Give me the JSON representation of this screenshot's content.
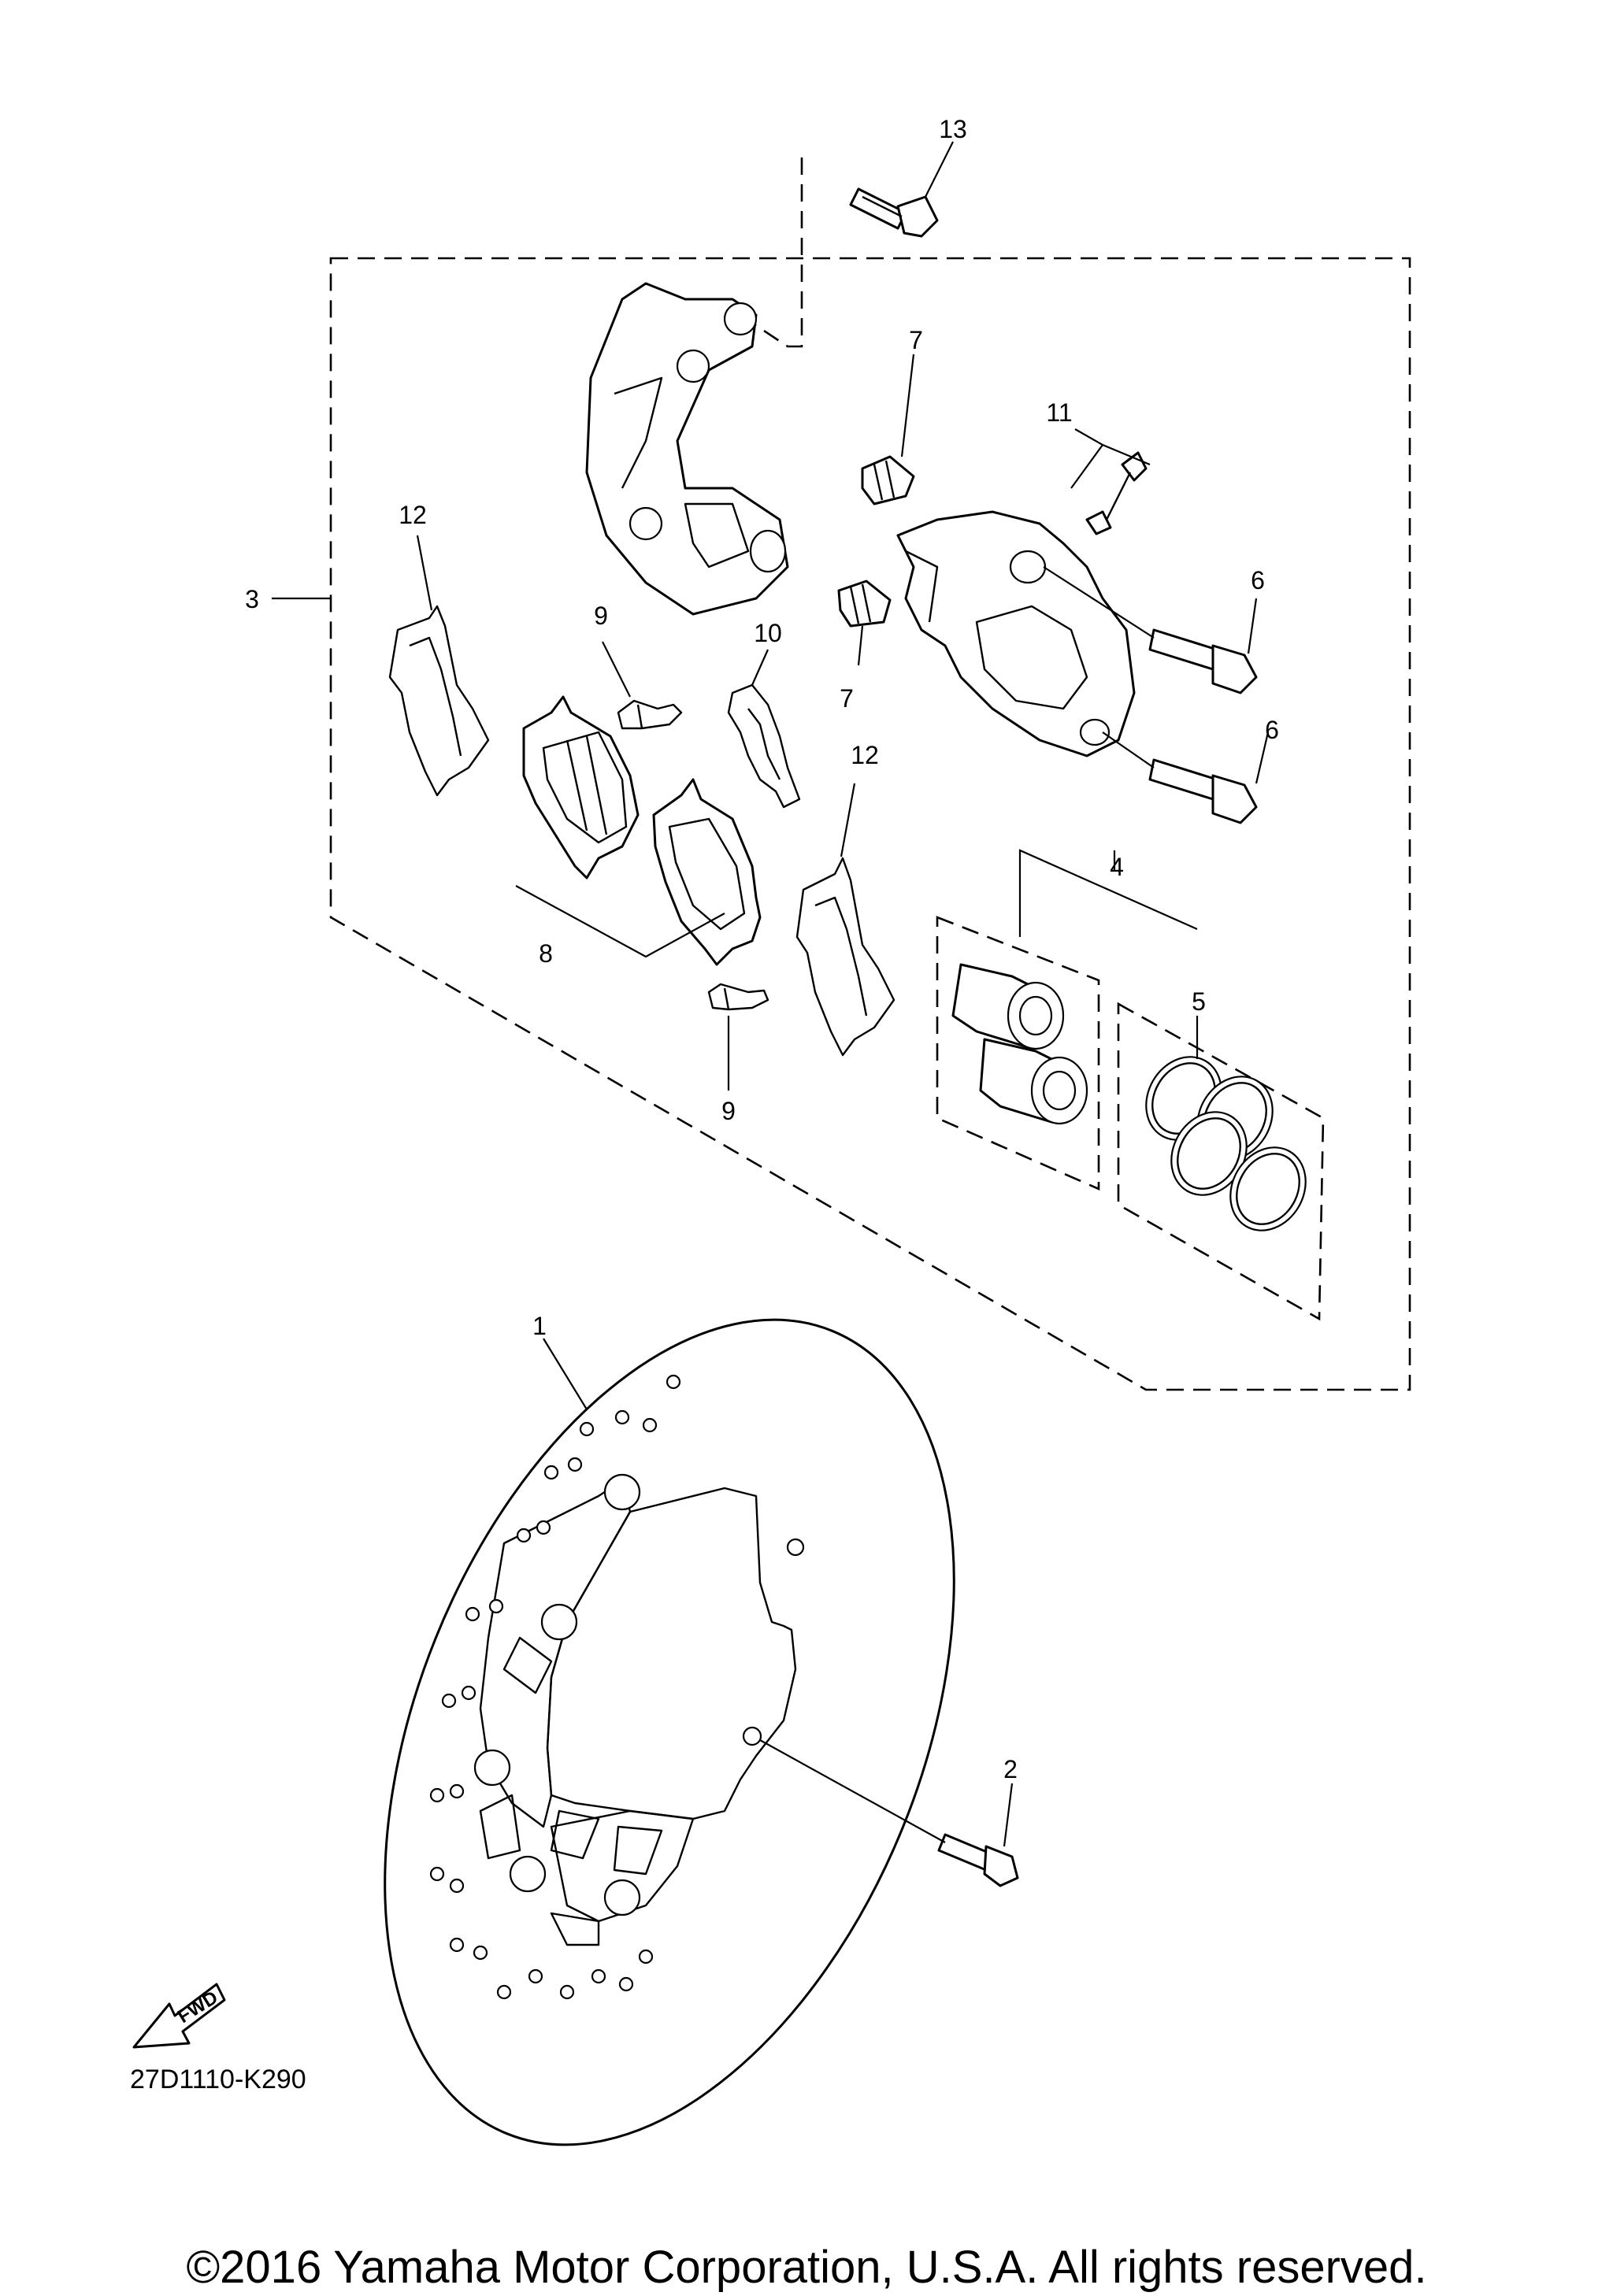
{
  "diagram": {
    "callouts": {
      "c1": "1",
      "c2": "2",
      "c3": "3",
      "c4": "4",
      "c5": "5",
      "c6a": "6",
      "c6b": "6",
      "c7a": "7",
      "c7b": "7",
      "c8": "8",
      "c9a": "9",
      "c9b": "9",
      "c10": "10",
      "c11": "11",
      "c12a": "12",
      "c12b": "12",
      "c13": "13"
    },
    "fwd_label": "FWD",
    "diagram_code": "27D1110-K290"
  },
  "footer": {
    "copyright": "©2016 Yamaha Motor Corporation, U.S.A. All rights reserved."
  }
}
